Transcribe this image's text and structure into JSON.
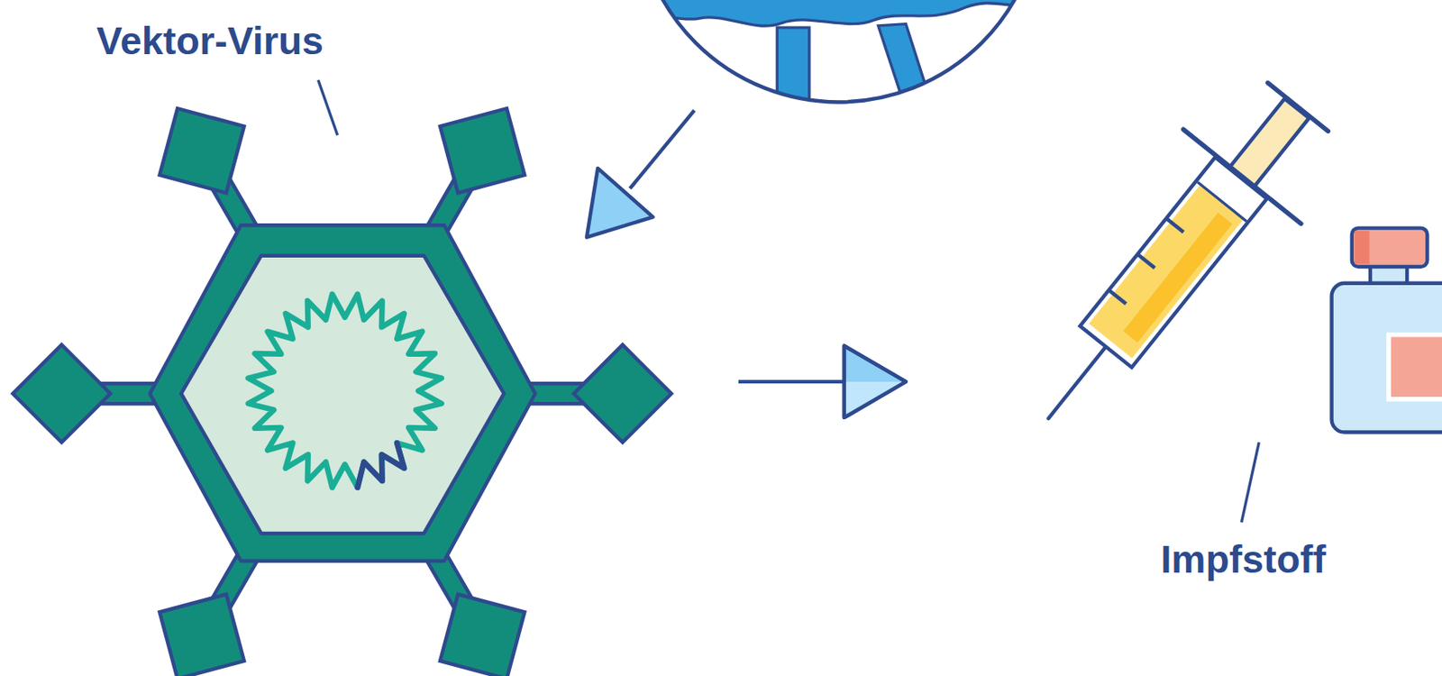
{
  "diagram": {
    "nodes": [
      {
        "text": [
          "Vektor-Virus"
        ]
      },
      {
        "text": [
          "Impfstoff"
        ]
      }
    ],
    "edges": [
      {
        "from": 0,
        "to": 1,
        "arrow": "to"
      }
    ]
  }
}
